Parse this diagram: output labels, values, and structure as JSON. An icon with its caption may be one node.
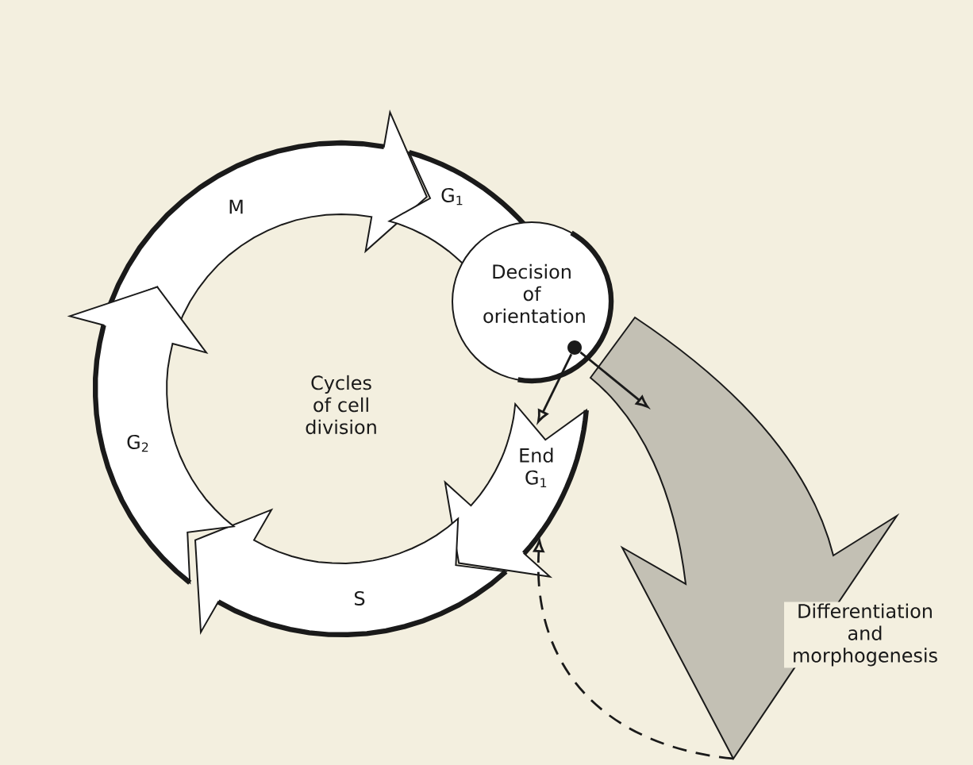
{
  "diagram": {
    "nodes": [
      {
        "text": [
          "M"
        ]
      },
      {
        "text": [
          "G$_{1}$",
          "Decision of orientation"
        ]
      },
      {
        "text": [
          "End G$_{1}$"
        ]
      },
      {
        "text": [
          "S"
        ]
      },
      {
        "text": [
          "G$_{2}$"
        ]
      },
      {
        "text": [
          "Differentiation and morphogenesis"
        ]
      },
      {
        "text": [],
        "shape": "circle",
        "in": 1
      }
    ],
    "edges": [
      {
        "from": 6,
        "to": 2,
        "arrow": "to"
      },
      {
        "from": 6,
        "to": 5,
        "arrow": "to"
      },
      {
        "from": 5,
        "to": 2,
        "arrow": "to",
        "style": "dashed"
      }
    ],
    "labels": [
      "Cycles of cell division"
    ]
  }
}
